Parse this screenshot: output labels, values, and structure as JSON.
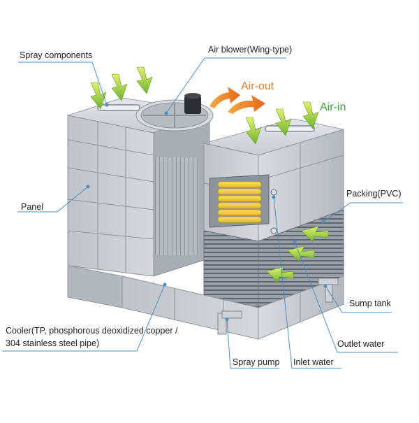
{
  "labels": {
    "spray_components": "Spray components",
    "air_blower": "Air blower(Wing-type)",
    "air_out": "Air-out",
    "air_in": "Air-in",
    "packing": "Packing(PVC)",
    "panel": "Panel",
    "sump_tank": "Sump tank",
    "cooler_line1": "Cooler(TP, phosphorous deoxidized copper /",
    "cooler_line2": "304 stainless steel pipe)",
    "outlet_water": "Outlet water",
    "spray_pump": "Spray pump",
    "inlet_water": "Inlet water"
  },
  "colors": {
    "leader_line": "#4a90c2",
    "air_in_text": "#3aa53a",
    "air_out_text": "#ef7d1a",
    "air_in_arrow": "#9ccc2a",
    "air_out_arrow": "#f08a1c",
    "casing": "#c7cad0",
    "coil": "#f2d23a"
  },
  "icons": [
    "air-in-arrow-icon",
    "air-out-arrow-icon",
    "fan-motor-icon",
    "water-pipe-icon"
  ]
}
